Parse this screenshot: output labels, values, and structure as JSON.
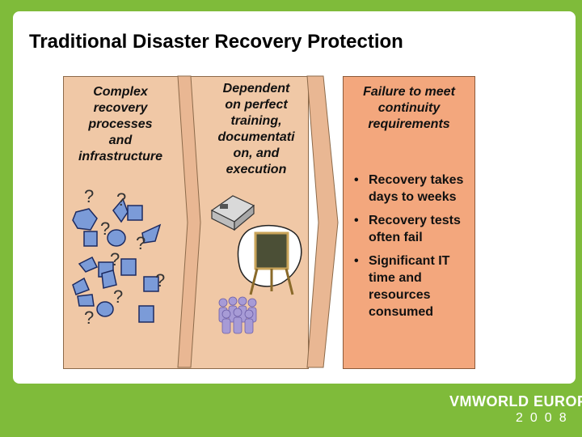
{
  "slide": {
    "title": "Traditional Disaster Recovery Protection",
    "column1": {
      "line1": "Complex",
      "line2": "recovery",
      "line3": "processes",
      "line4": "and",
      "line5": "infrastructure"
    },
    "column2": {
      "line1": "Dependent",
      "line2": "on perfect",
      "line3": "training,",
      "line4": "documentati",
      "line5": "on, and",
      "line6": "execution"
    },
    "column3": {
      "header": {
        "line1": "Failure to meet",
        "line2": "continuity",
        "line3": "requirements"
      },
      "bullets": [
        "Recovery takes days to weeks",
        "Recovery tests often fail",
        "Significant IT time and resources consumed"
      ]
    },
    "question_mark": "?"
  },
  "branding": {
    "wordmark": "VMWORLD EUROPE",
    "year": "2008"
  },
  "colors": {
    "background": "#7fbb3a",
    "panel": "#f0c8a6",
    "failure_box": "#f3a77d"
  }
}
